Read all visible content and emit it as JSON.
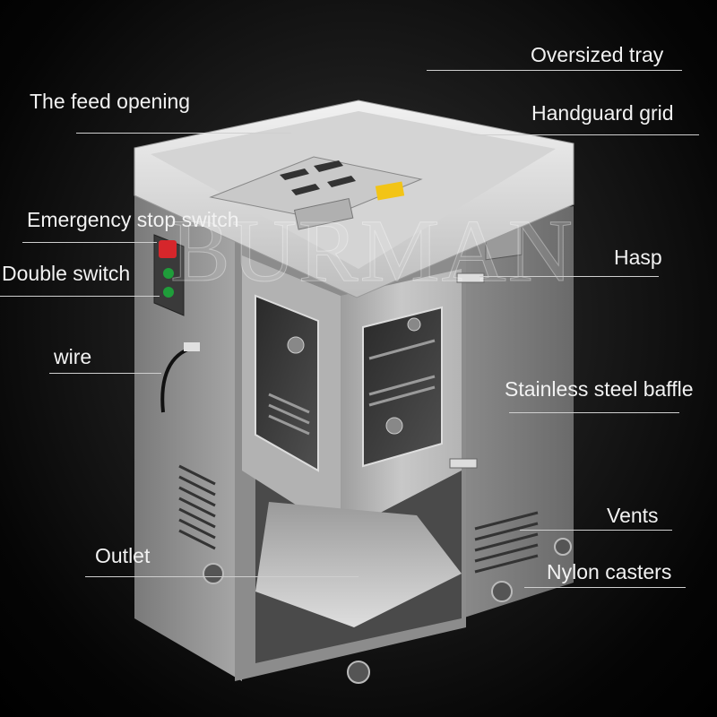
{
  "watermark": "BURMAN",
  "labels": {
    "oversized_tray": "Oversized tray",
    "feed_opening": "The feed opening",
    "handguard_grid": "Handguard grid",
    "emergency_stop": "Emergency stop switch",
    "double_switch": "Double switch",
    "hasp": "Hasp",
    "wire": "wire",
    "stainless_baffle": "Stainless steel baffle",
    "vents": "Vents",
    "outlet": "Outlet",
    "nylon_casters": "Nylon casters"
  },
  "colors": {
    "steel_light": "#e4e4e4",
    "steel_mid": "#a8a8a8",
    "steel_dark": "#6e6e6e",
    "switch_red": "#d6262b",
    "switch_green": "#1f9d3a",
    "warning_yellow": "#f2c416"
  }
}
